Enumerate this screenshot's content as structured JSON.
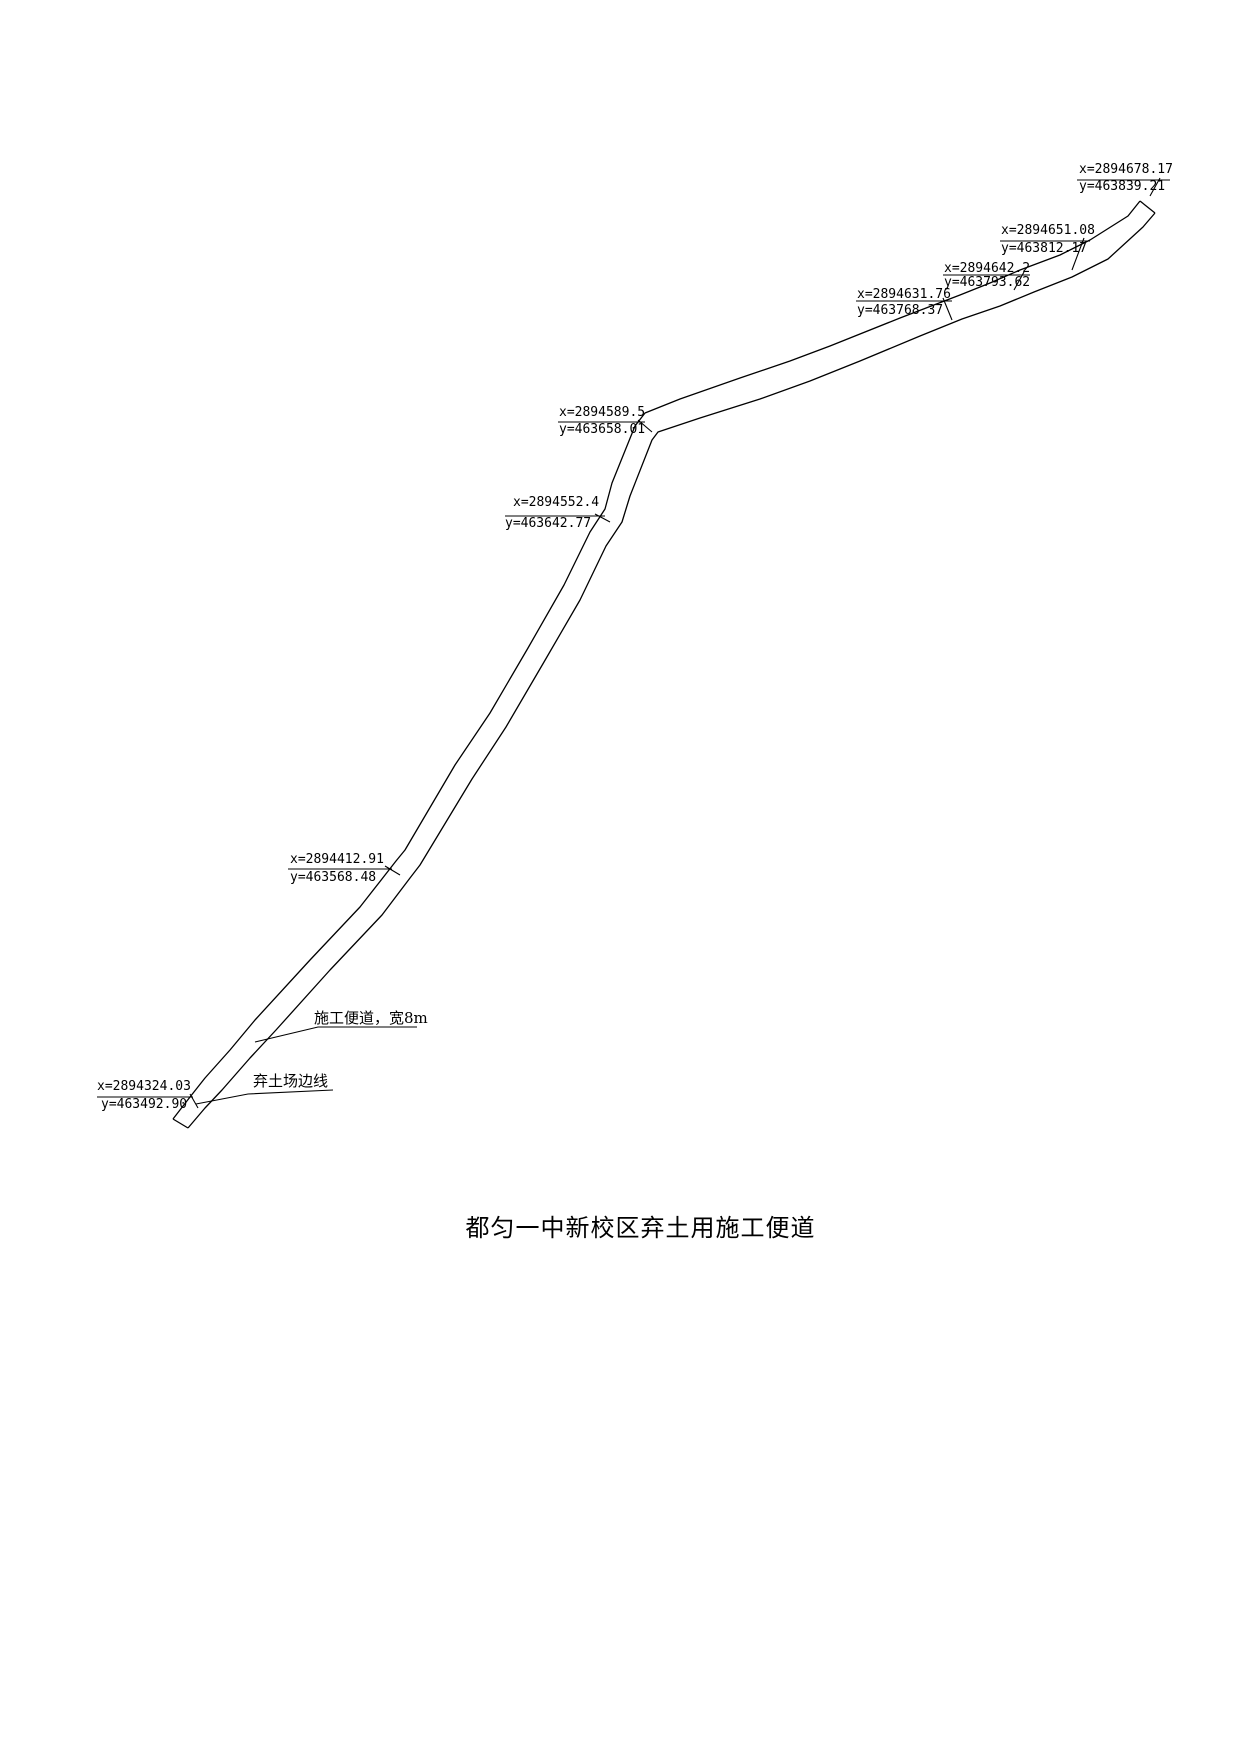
{
  "title": "都匀一中新校区弃土用施工便道",
  "labels": {
    "road": "施工便道，宽8m",
    "boundary": "弃土场边线"
  },
  "points": [
    {
      "x": "x=2894678.17",
      "y": "y=463839.21"
    },
    {
      "x": "x=2894651.08",
      "y": "y=463812.17"
    },
    {
      "x": "x=2894642.2",
      "y": "y=463793.62"
    },
    {
      "x": "x=2894631.76",
      "y": "y=463768.37"
    },
    {
      "x": "x=2894589.5",
      "y": "y=463658.01"
    },
    {
      "x": "x=2894552.4",
      "y": "y=463642.77"
    },
    {
      "x": "x=2894412.91",
      "y": "y=463568.48"
    },
    {
      "x": "x=2894324.03",
      "y": "y=463492.90"
    }
  ]
}
